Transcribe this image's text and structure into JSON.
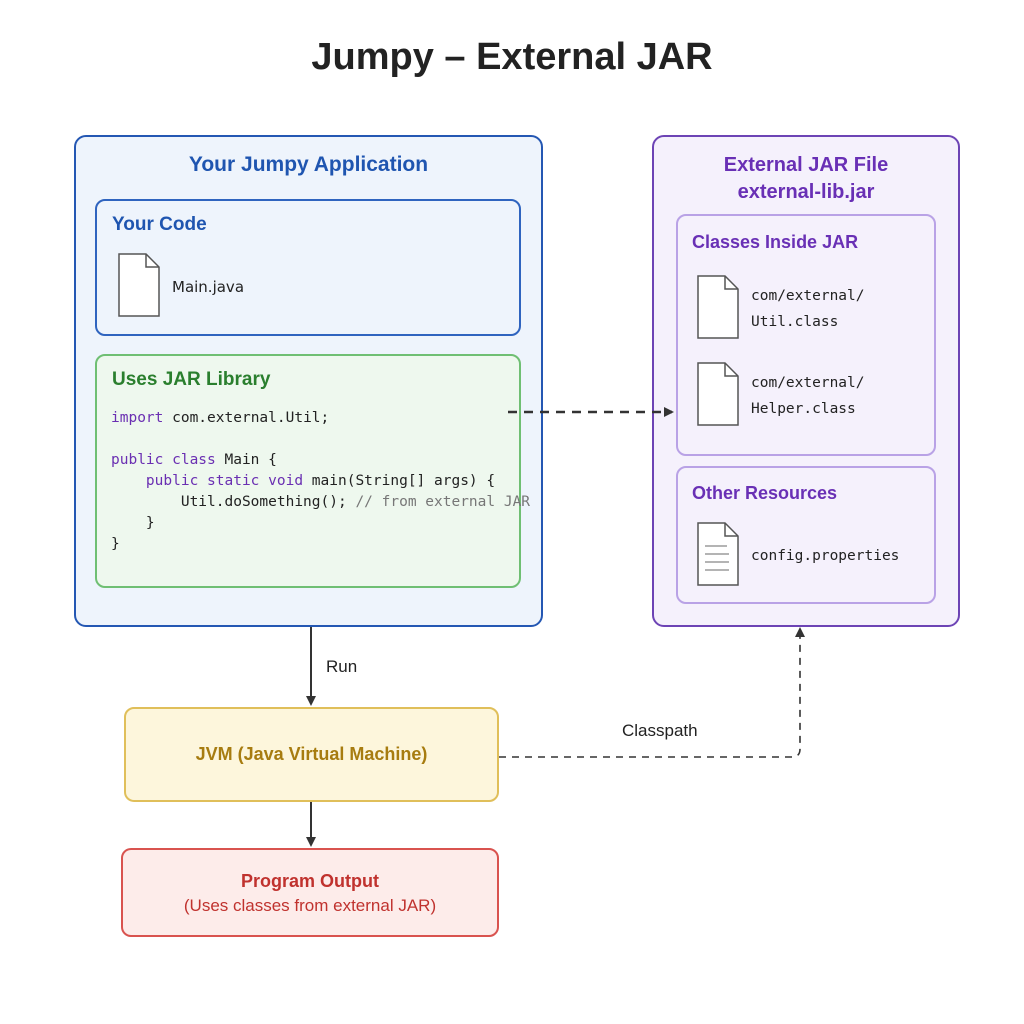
{
  "title": "Jumpy – External JAR",
  "app": {
    "title": "Your Jumpy Application",
    "your_code": {
      "title": "Your Code",
      "file": "Main.java",
      "icon": "file-icon"
    },
    "jar_library": {
      "title": "Uses JAR Library",
      "code": {
        "l1_kw": "import",
        "l1_rest": " com.external.Util;",
        "l3_kw": "public class",
        "l3_rest": " Main {",
        "l4_kw": "    public static void",
        "l4_rest": " main(String[] args) {",
        "l5_code": "        Util.doSomething(); ",
        "l5_comment": "// from external JAR",
        "l6": "    }",
        "l7": "}"
      }
    }
  },
  "jar": {
    "title_line1": "External JAR File",
    "title_line2": "external-lib.jar",
    "classes": {
      "title": "Classes Inside JAR",
      "items": [
        {
          "line1": "com/external/",
          "line2": "Util.class",
          "icon": "file-icon"
        },
        {
          "line1": "com/external/",
          "line2": "Helper.class",
          "icon": "file-icon"
        }
      ]
    },
    "resources": {
      "title": "Other Resources",
      "items": [
        {
          "label": "config.properties",
          "icon": "text-file-icon"
        }
      ]
    }
  },
  "jvm": {
    "label": "JVM (Java Virtual Machine)"
  },
  "output": {
    "title": "Program Output",
    "subtitle": "(Uses classes from external JAR)"
  },
  "edges": {
    "run": "Run",
    "classpath": "Classpath"
  },
  "colors": {
    "app": "#2457b3",
    "jar_lib": "#6fbf73",
    "jar": "#6d44b5",
    "jvm": "#e0bf5a",
    "output": "#d9534f"
  }
}
